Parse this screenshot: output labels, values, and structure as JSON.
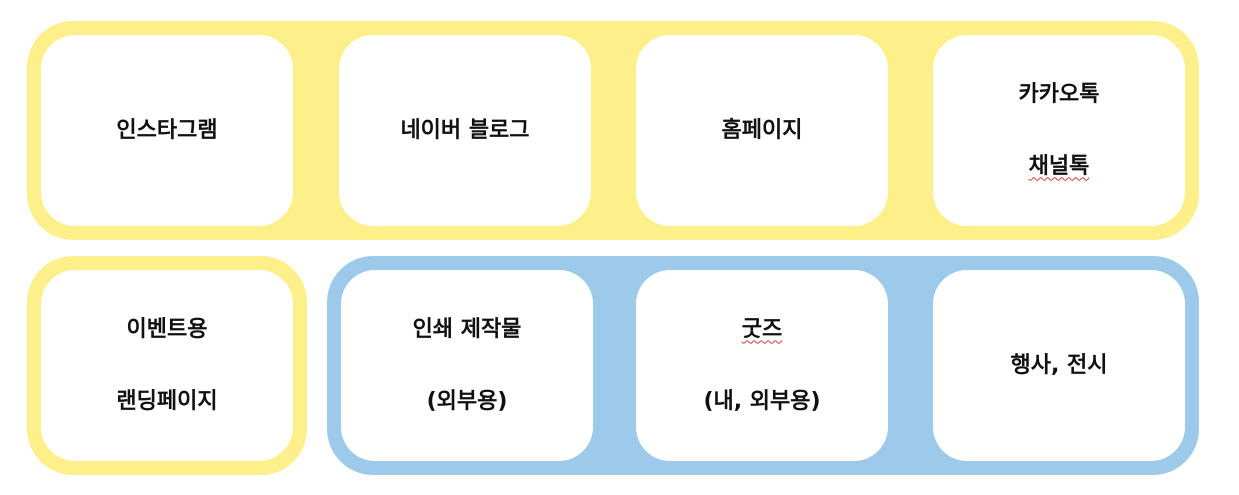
{
  "colors": {
    "yellow_group": "#fdef8a",
    "blue_group": "#9dcaea",
    "box_fill": "#ffffff",
    "text": "#111111",
    "spellcheck_underline": "#d23a3a"
  },
  "top_row": [
    {
      "label": "인스타그램"
    },
    {
      "label": "네이버 블로그"
    },
    {
      "label": "홈페이지"
    },
    {
      "label_line1": "카카오톡",
      "label_line2": "채널톡"
    }
  ],
  "bottom_row": [
    {
      "label_line1": "이벤트용",
      "label_line2": "랜딩페이지"
    },
    {
      "label_line1": "인쇄 제작물",
      "label_line2": "(외부용)"
    },
    {
      "label_line1": "굿즈",
      "label_line2": "(내, 외부용)"
    },
    {
      "label": "행사, 전시"
    }
  ]
}
